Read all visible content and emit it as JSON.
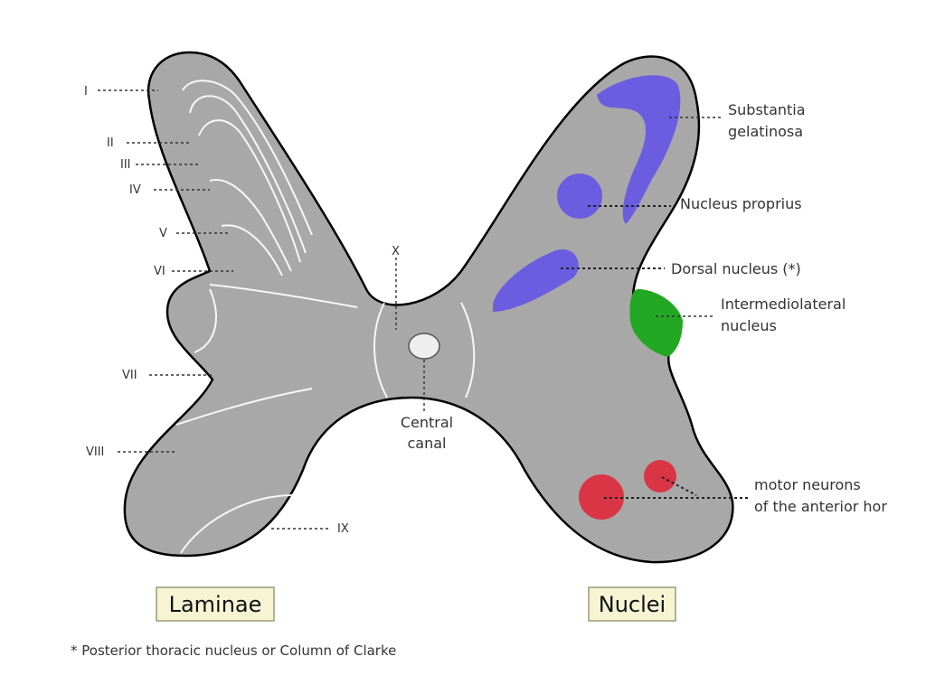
{
  "laminae": {
    "i": "I",
    "ii": "II",
    "iii": "III",
    "iv": "IV",
    "v": "V",
    "vi": "VI",
    "vii": "VII",
    "viii": "VIII",
    "ix": "IX",
    "x": "X"
  },
  "central_canal": {
    "line1": "Central",
    "line2": "canal"
  },
  "nuclei": {
    "substantia_gelatinosa": {
      "line1": "Substantia",
      "line2": "gelatinosa"
    },
    "nucleus_proprius": "Nucleus proprius",
    "dorsal_nucleus": "Dorsal nucleus (*)",
    "intermediolateral": {
      "line1": "Intermediolateral",
      "line2": "nucleus"
    },
    "motor_neurons": {
      "line1": "motor neurons",
      "line2": "of the anterior hor"
    }
  },
  "boxes": {
    "laminae": "Laminae",
    "nuclei": "Nuclei"
  },
  "footnote": "* Posterior thoracic nucleus or Column of Clarke",
  "colors": {
    "gray_matter": "#a8a8a8",
    "nucleus_blue": "#6b5ce0",
    "nucleus_green": "#22a822",
    "nucleus_red": "#d93545",
    "canal": "#eeeeee",
    "label_box": "#f6f4d2"
  }
}
